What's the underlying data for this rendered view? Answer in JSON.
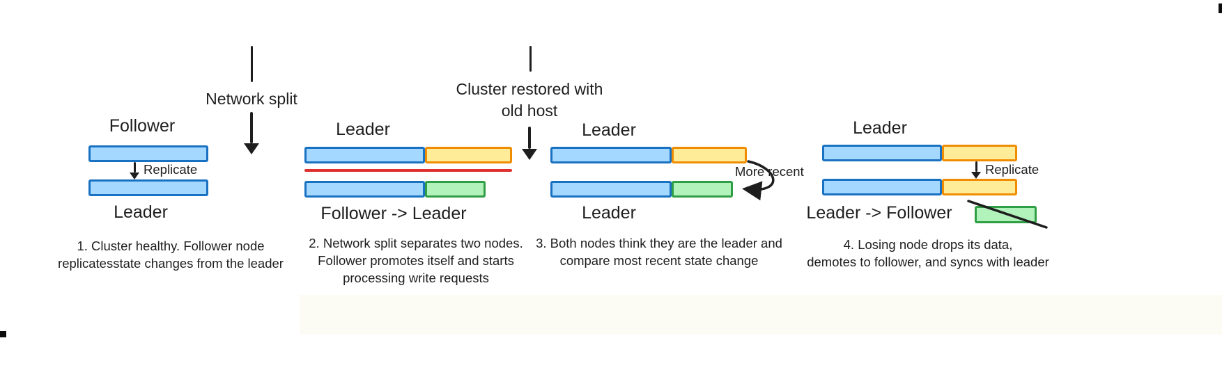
{
  "annotations": {
    "network_split": "Network split",
    "cluster_restored": "Cluster restored with\nold host",
    "more_recent": "More recent"
  },
  "panels": [
    {
      "top_label": "Follower",
      "arrow_label": "Replicate",
      "bottom_label": "Leader",
      "caption": "1. Cluster healthy. Follower node\nreplicatesstate changes from the leader"
    },
    {
      "top_label": "Leader",
      "bottom_label": "Follower -> Leader",
      "caption": "2. Network split separates two nodes.\nFollower promotes itself and starts\nprocessing write requests"
    },
    {
      "top_label": "Leader",
      "bottom_label": "Leader",
      "caption": "3. Both nodes think they are the leader and\ncompare most recent state change"
    },
    {
      "top_label": "Leader",
      "arrow_label": "Replicate",
      "bottom_label": "Leader -> Follower",
      "caption": "4. Losing node drops its data,\ndemotes to follower, and syncs with leader"
    }
  ],
  "colors": {
    "blue_fill": "#a5d8ff",
    "blue_border": "#1971c2",
    "yellow_fill": "#ffec99",
    "yellow_border": "#f08c00",
    "green_fill": "#b2f2bb",
    "green_border": "#2f9e44",
    "red_line": "#e03131",
    "ink": "#1e1e1e"
  }
}
